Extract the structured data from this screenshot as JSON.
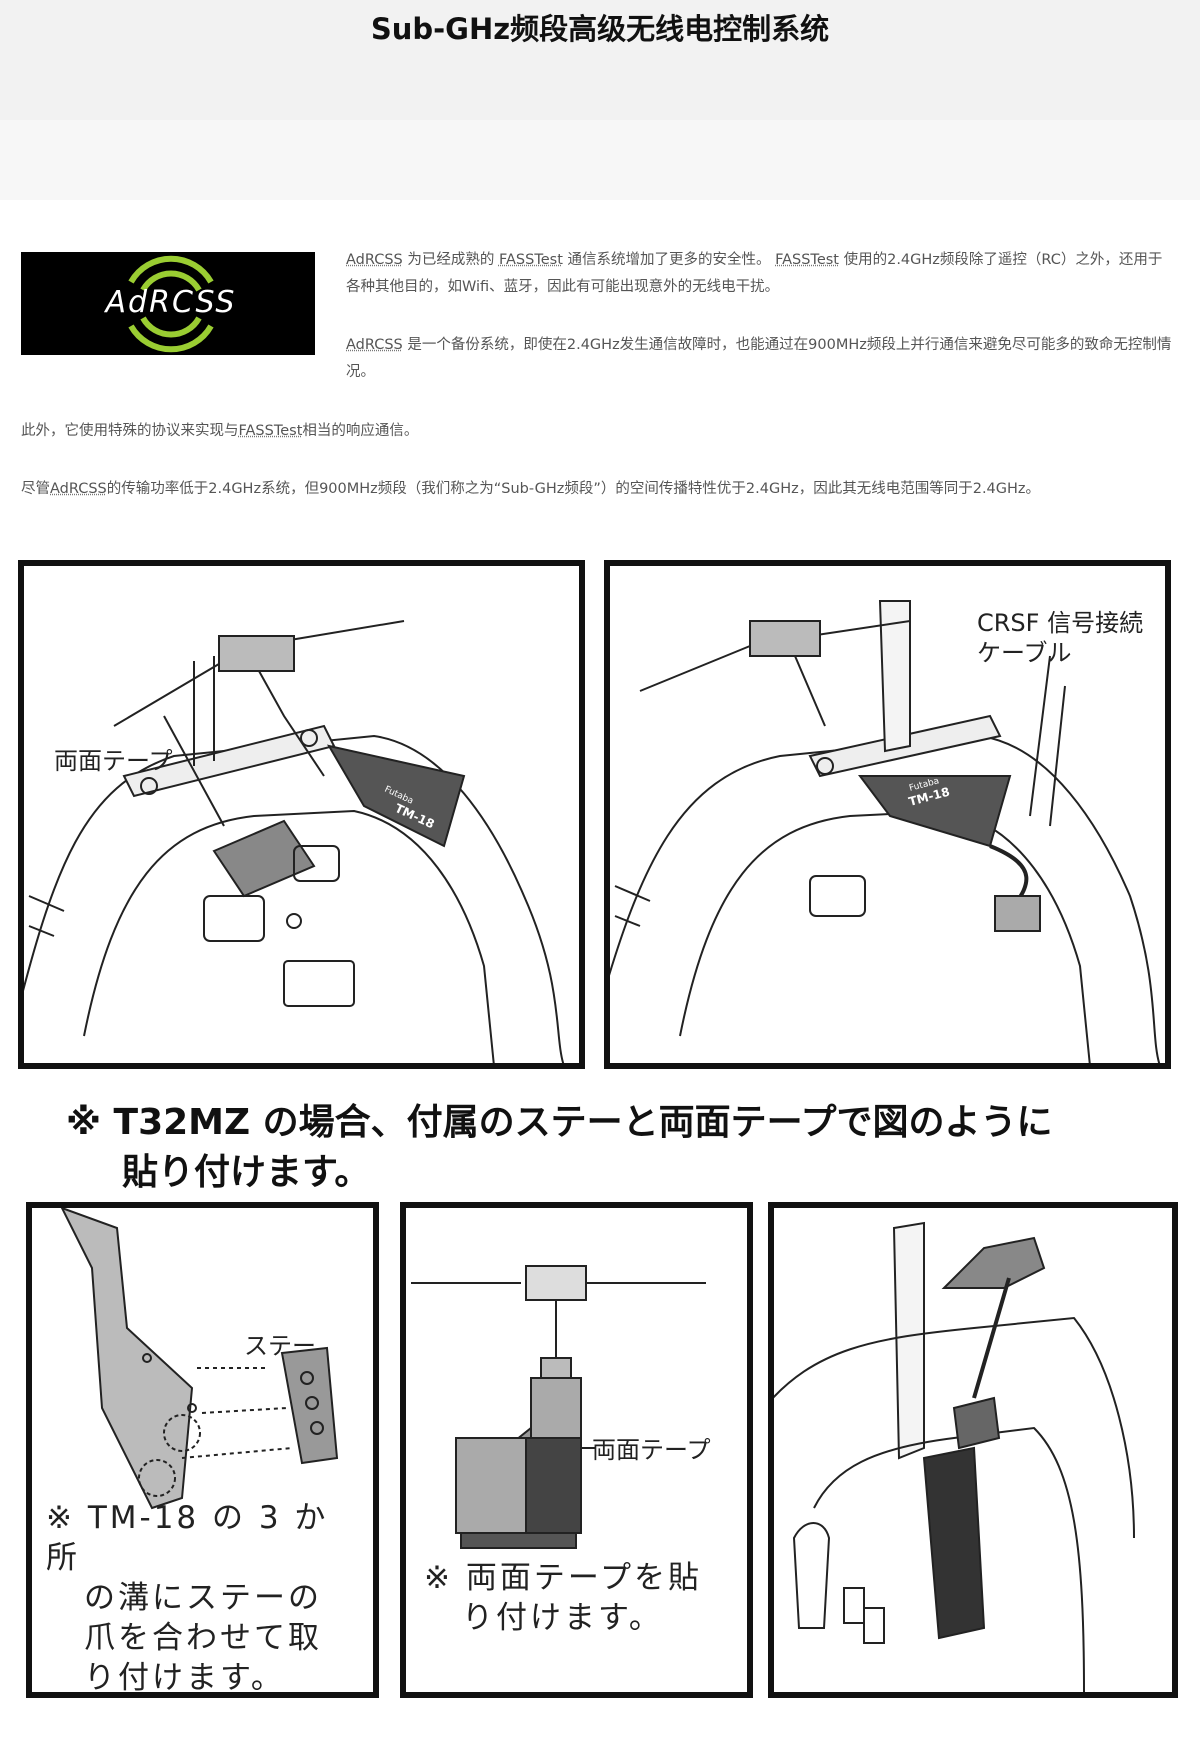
{
  "header": {
    "title": "Sub-GHz频段高级无线电控制系统"
  },
  "logo": {
    "text": "AdRCSS",
    "accent_color": "#9acd32"
  },
  "intro": {
    "p1": {
      "a": "AdRCSS",
      "b": " 为已经成熟的 ",
      "c": "FASSTest",
      "d": " 通信系统增加了更多的安全性。 ",
      "e": "FASSTest",
      "f": " 使用的2.4GHz频段除了遥控（RC）之外，还用于各种其他目的，如Wifi、蓝牙，因此有可能出现意外的无线电干扰。"
    },
    "p2": {
      "a": "AdRCSS",
      "b": " 是一个备份系统，即使在2.4GHz发生通信故障时，也能通过在900MHz频段上并行通信来避免尽可能多的致命无控制情况。"
    },
    "p3": {
      "a": "此外，它使用特殊的协议来实现与",
      "b": "FASSTest",
      "c": "相当的响应通信。"
    },
    "p4": {
      "a": "尽管",
      "b": "AdRCSS",
      "c": "的传输功率低于2.4GHz系统，但900MHz频段（我们称之为“Sub-GHz频段”）的空间传播特性优于2.4GHz，因此其无线电范围等同于2.4GHz。"
    }
  },
  "figures": {
    "top_left": {
      "label": "両面テープ",
      "module_label": "TM-18",
      "brand": "Futaba"
    },
    "top_right": {
      "label_line1": "CRSF 信号接続",
      "label_line2": "ケーブル",
      "module_label": "TM-18",
      "brand": "Futaba"
    },
    "caption_line1": "※ T32MZ の場合、付属のステーと両面テープで図のように",
    "caption_line2": "貼り付けます。",
    "bottom_left": {
      "label": "ステー",
      "note_line1": "※ TM-18 の 3 か 所",
      "note_line2": "の溝にステーの",
      "note_line3": "爪を合わせて取",
      "note_line4": "り付けます。"
    },
    "bottom_middle": {
      "label": "両面テープ",
      "note_line1": "※ 両面テープを貼",
      "note_line2": "り付けます。"
    },
    "bottom_right": {}
  }
}
